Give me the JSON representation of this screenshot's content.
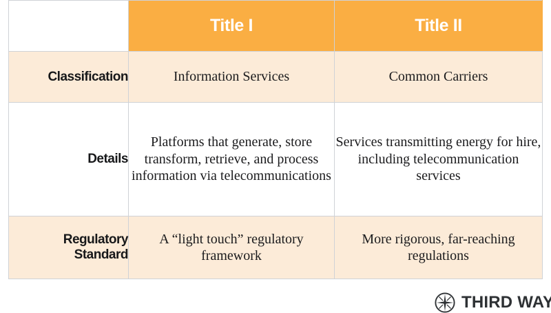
{
  "table": {
    "columns": [
      {
        "key": "label",
        "header": ""
      },
      {
        "key": "title1",
        "header": "Title I"
      },
      {
        "key": "title2",
        "header": "Title II"
      }
    ],
    "rows": [
      {
        "label": "Classification",
        "title1": "Information Services",
        "title2": "Common Carriers"
      },
      {
        "label": "Details",
        "title1": "Platforms that generate, store transform, retrieve, and process information via telecommunications",
        "title2": "Services transmitting energy for hire, including telecommunication services"
      },
      {
        "label": "Regulatory Standard",
        "title1": "A “light touch” regulatory framework",
        "title2": "More rigorous, far-reaching regulations"
      }
    ]
  },
  "logo": {
    "name": "third-way-logo",
    "text": "THIRD WAY",
    "icon": "compass-star-icon"
  },
  "colors": {
    "header_orange": "#FAAE43",
    "cell_cream": "#FCEBD8",
    "border_gray": "#CFD2D6",
    "text_dark": "#17181A",
    "header_text": "#FFFFFF",
    "logo_text": "#2E3134"
  }
}
